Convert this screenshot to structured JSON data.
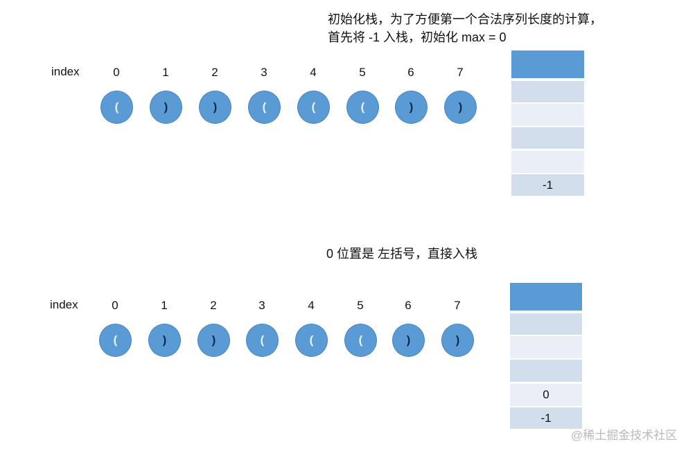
{
  "panels": [
    {
      "caption_line1": "初始化栈，为了方便第一个合法序列长度的计算，",
      "caption_line2": "首先将 -1 入栈，初始化 max = 0",
      "index_label": "index",
      "indices": [
        "0",
        "1",
        "2",
        "3",
        "4",
        "5",
        "6",
        "7"
      ],
      "chars": [
        "(",
        ")",
        ")",
        "(",
        "(",
        "(",
        ")",
        ")"
      ],
      "stack": [
        "",
        "",
        "",
        "",
        "",
        "-1"
      ]
    },
    {
      "caption_line1": "0 位置是 左括号，直接入栈",
      "index_label": "index",
      "indices": [
        "0",
        "1",
        "2",
        "3",
        "4",
        "5",
        "6",
        "7"
      ],
      "chars": [
        "(",
        ")",
        ")",
        "(",
        "(",
        "(",
        ")",
        ")"
      ],
      "stack": [
        "",
        "",
        "",
        "",
        "0",
        "-1"
      ]
    }
  ],
  "watermark": "@稀土掘金技术社区",
  "colors": {
    "circle": "#5b9bd5",
    "stack_top": "#5b9bd5",
    "stack_dark": "#d2deec",
    "stack_light": "#e9eef7"
  }
}
